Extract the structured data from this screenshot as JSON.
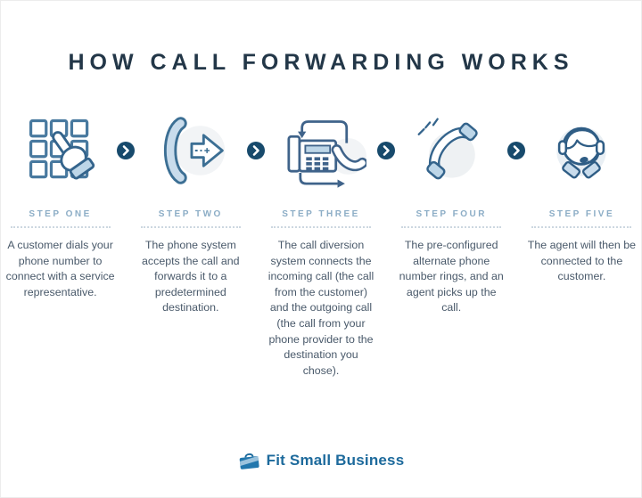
{
  "title": "HOW CALL FORWARDING WORKS",
  "steps": [
    {
      "label": "STEP ONE",
      "icon": "keypad-dial-icon",
      "description": "A customer dials your phone number to connect with a service representative."
    },
    {
      "label": "STEP TWO",
      "icon": "handset-forward-icon",
      "description": "The phone system accepts the call and forwards it to a predetermined destination."
    },
    {
      "label": "STEP THREE",
      "icon": "call-diversion-icon",
      "description": "The call diversion system connects the incoming call (the call from the customer) and the outgoing call (the call from your phone provider to the destination you chose)."
    },
    {
      "label": "STEP FOUR",
      "icon": "ringing-phone-icon",
      "description": "The pre-configured alternate phone number rings, and an agent picks up the call."
    },
    {
      "label": "STEP FIVE",
      "icon": "agent-headset-icon",
      "description": "The agent will then be connected to the customer."
    }
  ],
  "separator_icon": "chevron-right-icon",
  "logo": {
    "text": "Fit Small Business",
    "icon": "briefcase-icon"
  },
  "colors": {
    "title": "#233748",
    "step_label": "#8cadc6",
    "body_text": "#49596a",
    "chevron_circle": "#174a6c",
    "icon_stroke": "#34648c",
    "icon_fill": "#c3d9e9",
    "logo_blue": "#1d6a9c"
  }
}
